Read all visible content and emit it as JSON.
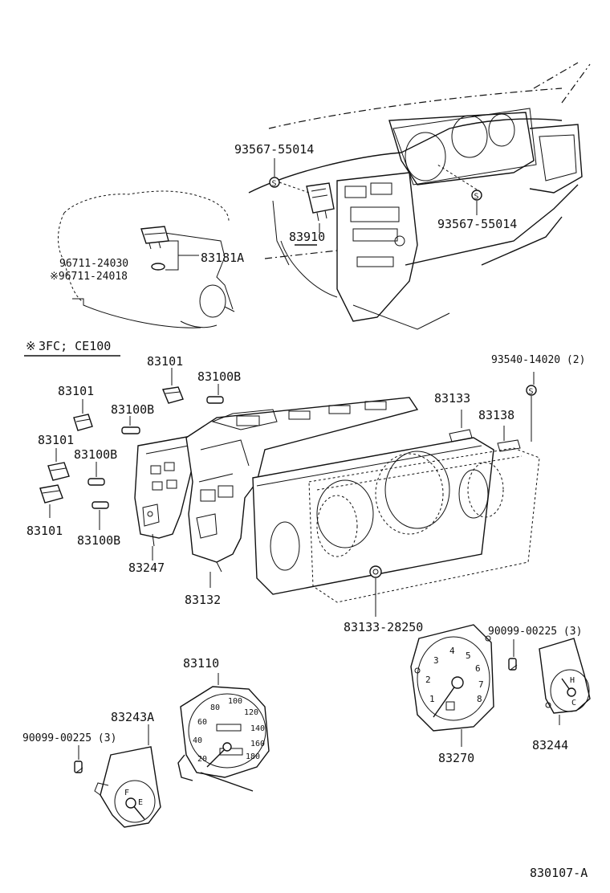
{
  "diagram_code": "830107-A",
  "note": {
    "symbol": "※",
    "text": "3FC; CE100"
  },
  "callouts": {
    "screw_top_left": "93567-55014",
    "screw_top_right": "93567-55014",
    "switch_83910": "83910",
    "sensor_81a": "83181A",
    "part_96711_24030": "96711-24030",
    "part_96711_24018": "※96711-24018",
    "screw_93540": "93540-14020 (2)",
    "socket_a": "83101",
    "socket_b": "83101",
    "socket_c": "83101",
    "socket_d": "83101",
    "bulb_a": "83100B",
    "bulb_b": "83100B",
    "bulb_c": "83100B",
    "bulb_d": "83100B",
    "plate_83133": "83133",
    "lens_83138": "83138",
    "plate_83247": "83247",
    "case_83132": "83132",
    "clip_83133_28250": "83133-28250",
    "screw_90099_right": "90099-00225 (3)",
    "speedo_83110": "83110",
    "gauge_83243a": "83243A",
    "screw_90099_left": "90099-00225 (3)",
    "tacho_83270": "83270",
    "gauge_83244": "83244"
  },
  "dial_numbers": {
    "speedo": [
      "20",
      "40",
      "60",
      "80",
      "100",
      "120",
      "140",
      "160",
      "180"
    ],
    "tacho": [
      "1",
      "2",
      "3",
      "4",
      "5",
      "6",
      "7",
      "8"
    ],
    "fuel": [
      "F",
      "E"
    ],
    "temp": [
      "H",
      "C"
    ]
  }
}
